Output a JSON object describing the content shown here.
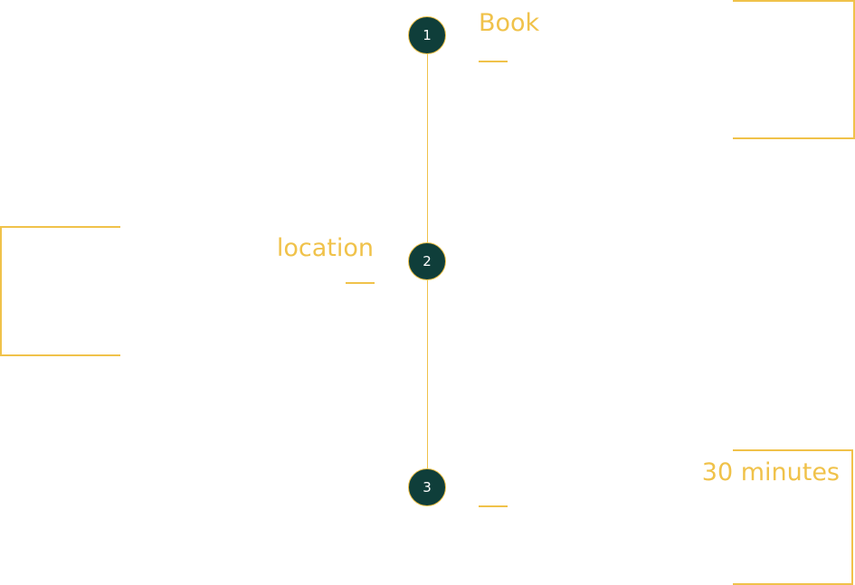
{
  "colors": {
    "accent": "#f0c24a",
    "circle_fill": "#0f3e3a",
    "circle_text": "#ffffff",
    "background": "#ffffff"
  },
  "steps": [
    {
      "number": "1",
      "title": "Book"
    },
    {
      "number": "2",
      "title": "location"
    },
    {
      "number": "3",
      "title": "30 minutes"
    }
  ]
}
